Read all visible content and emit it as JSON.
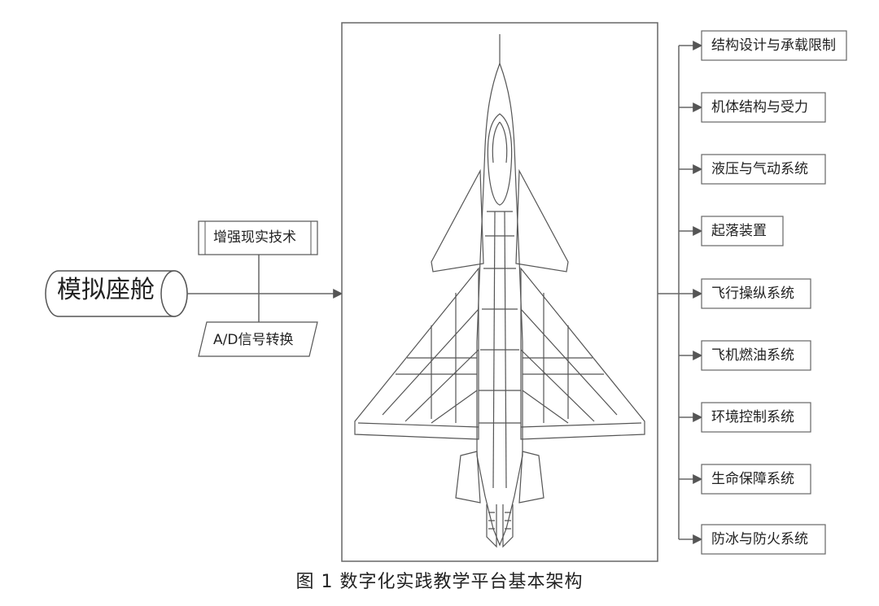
{
  "left": {
    "cockpit": "模拟座舱",
    "ar_tech": "增强现实技术",
    "ad_conversion": "A/D信号转换"
  },
  "systems": [
    "结构设计与承载限制",
    "机体结构与受力",
    "液压与气动系统",
    "起落装置",
    "飞行操纵系统",
    "飞机燃油系统",
    "环境控制系统",
    "生命保障系统",
    "防冰与防火系统"
  ],
  "caption": "图 1    数字化实践教学平台基本架构"
}
